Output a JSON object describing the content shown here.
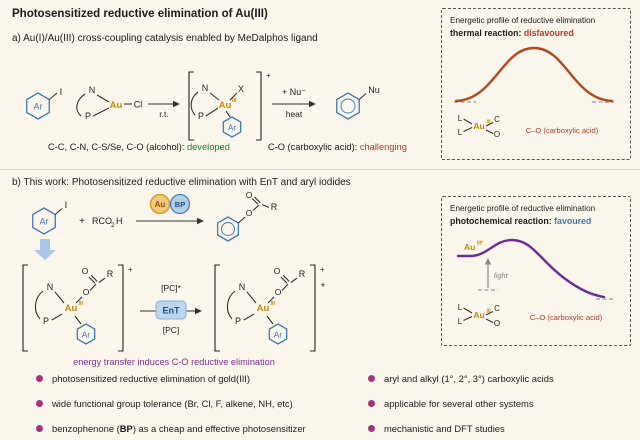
{
  "colors": {
    "cream": "#faf6ec",
    "ink": "#1c1c1c",
    "blue": "#3e7ab5",
    "gold": "#c8860b",
    "red": "#b03a2e",
    "green": "#1e7d32",
    "purple": "#7a2e8f",
    "magenta": "#a2337f",
    "curve-a": "#b0491f",
    "curve-b": "#6b2d93",
    "box-border": "#555555",
    "ent-fill": "#bdd7ee",
    "ball-au-fill": "#f6c77c",
    "ball-au-stroke": "#d8930f",
    "ball-bp-fill": "#b3cfe8",
    "ball-bp-stroke": "#4a7fb5",
    "block-arrow": "#a6c7e7"
  },
  "title": "Photosensitized reductive elimination of Au(III)",
  "atoms": {
    "Ar": "Ar",
    "I": "I",
    "N": "N",
    "P": "P",
    "Au": "Au",
    "Cl": "Cl",
    "X": "X",
    "Nu": "Nu",
    "O": "O",
    "C": "C",
    "R": "R",
    "L": "L",
    "plus": "+",
    "star": "*",
    "roman_iii": "III",
    "roman_iii_star": "III*"
  },
  "section_a": {
    "heading": "a) Au(I)/Au(III) cross-coupling catalysis enabled by MeDalphos ligand",
    "rt": "r.t.",
    "plus_nu": "+ Nu⁻",
    "heat": "heat",
    "bonds_prefix": "C-C, C-N, C-S/Se, C-O (alcohol): ",
    "bonds_status": "developed",
    "acid_prefix": "C-O (carboxylic acid): ",
    "acid_status": "challenging"
  },
  "section_b": {
    "heading": "b) This work: Photosensitized reductive elimination with EnT and aryl iodides",
    "plus": "+",
    "acid": {
      "main": "RCO",
      "sub": "2",
      "tail": "H"
    },
    "au_ball": "Au",
    "bp_ball": "BP",
    "pc_excited": "[PC]*",
    "pc_ground": "[PC]",
    "ent": "EnT",
    "caption": "energy transfer induces C-O reductive elimination"
  },
  "profile_a": {
    "title": "Energetic profile of reductive elimination",
    "label": "thermal reaction:",
    "verdict": "disfavoured",
    "co_label": "C–O (carboxylic acid)"
  },
  "profile_b": {
    "title": "Energetic profile of reductive elimination",
    "label": "photochemical reaction:",
    "verdict": "favoured",
    "light": "light",
    "co_label": "C–O (carboxylic acid)"
  },
  "bullets_left": [
    {
      "text": "photosensitized reductive elimination of gold(III)"
    },
    {
      "text": "wide functional group tolerance (Br, Cl, F, alkene, NH, etc)"
    },
    {
      "pre": "benzophenone (",
      "bold": "BP",
      "post": ") as a cheap and effective photosensitizer"
    }
  ],
  "bullets_right": [
    {
      "text": "aryl and alkyl (1°, 2°, 3°) carboxylic acids"
    },
    {
      "text": "applicable for several other systems"
    },
    {
      "text": "mechanistic and DFT studies"
    }
  ]
}
